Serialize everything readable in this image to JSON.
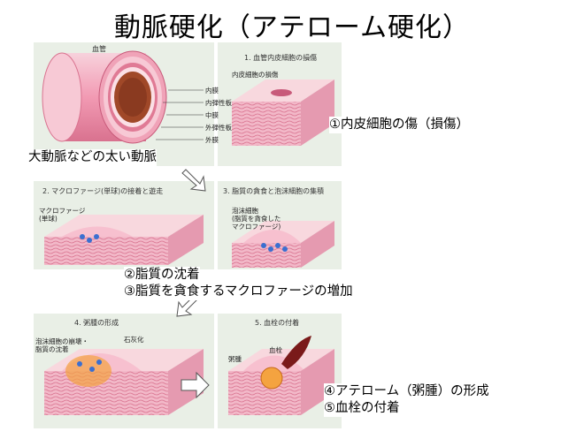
{
  "title": "動脈硬化（アテローム硬化）",
  "vessel": {
    "label": "血管",
    "layers": [
      "内膜",
      "内弾性板",
      "中膜",
      "外弾性板",
      "外膜"
    ]
  },
  "panels": [
    {
      "caption": "1. 血管内皮細胞の損傷",
      "labels": [
        "内皮細胞の損傷"
      ]
    },
    {
      "caption": "2. マクロファージ(単球)の接着と遊走",
      "labels": [
        "マクロファージ",
        "(単球)"
      ]
    },
    {
      "caption": "3. 脂質の貪食と泡沫細胞の集積",
      "labels": [
        "泡沫細胞",
        "(脂質を貪食した",
        "マクロファージ)"
      ]
    },
    {
      "caption": "4. 粥腫の形成",
      "labels": [
        "泡沫細胞の崩壊・",
        "脂質の沈着",
        "石灰化"
      ]
    },
    {
      "caption": "5. 血栓の付着",
      "labels": [
        "血栓",
        "粥腫"
      ]
    }
  ],
  "annotations": {
    "large_artery": "大動脈などの太い動脈",
    "step1": "①内皮細胞の傷（損傷）",
    "step2": "②脂質の沈着",
    "step3": "③脂質を貪食するマクロファージの増加",
    "step4": "④アテローム（粥腫）の形成",
    "step5": "⑤血栓の付着"
  },
  "colors": {
    "panel_bg": "#e9efe6",
    "tissue_pink": "#f2b8c8",
    "tissue_dark": "#d9728f",
    "top_surface": "#f8d8de",
    "lumen": "#a04828",
    "thrombus": "#7a1a1a",
    "macrophage": "#3b6fd0"
  }
}
